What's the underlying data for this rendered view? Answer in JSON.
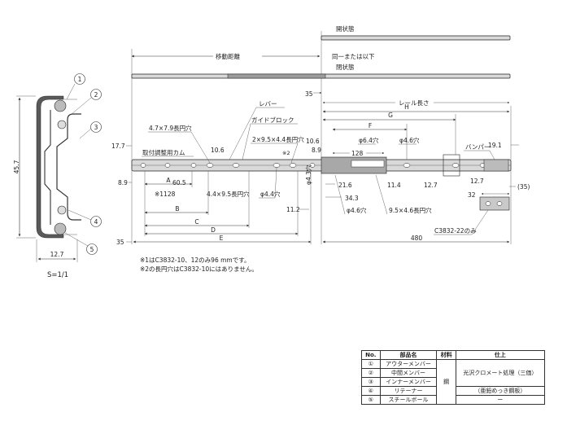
{
  "cross_section": {
    "callouts": [
      "1",
      "2",
      "3",
      "4",
      "5"
    ],
    "height_dim": "45.7",
    "width_dim": "12.7",
    "scale": "S=1/1"
  },
  "states": {
    "open_top": "開状態",
    "closed": "閉状態",
    "same_or_less": "同一または以下",
    "travel": "移動距離"
  },
  "labels": {
    "lever": "レバー",
    "guide_block": "ガイドブロック",
    "rail_length": "レール長さ",
    "bumper": "バンパー",
    "hole_47x79": "4.7×7.9長円穴",
    "adjust_cam": "取付調整用カム",
    "hole_29x94": "2×9.5×4.4長円穴",
    "mark2": "※2",
    "mark1_128": "※1128",
    "hole_44x95": "4.4×9.5長円穴",
    "hole_44": "φ4.4穴",
    "hole_43": "φ4.3穴",
    "hole_64": "φ6.4穴",
    "hole_46a": "φ4.6穴",
    "hole_46b": "φ4.6穴",
    "hole_95x46": "9.5×4.6長円穴",
    "model_note": "C3832-22のみ"
  },
  "dims": {
    "d35_top": "35",
    "d17_7": "17.7",
    "d10_6a": "10.6",
    "d8_9a": "8.9",
    "d60_5": "60.5",
    "d11_2": "11.2",
    "d35_left": "35",
    "d10_6b": "10.6",
    "d8_9b": "8.9",
    "d128": "128",
    "d21_6": "21.6",
    "d34_3": "34.3",
    "d11_4": "11.4",
    "d12_7a": "12.7",
    "d12_7b": "12.7",
    "d19_1": "19.1",
    "d32": "32",
    "d35_paren": "(35)",
    "d480": "480",
    "A": "A",
    "B": "B",
    "C": "C",
    "D": "D",
    "E": "E",
    "F": "F",
    "G": "G",
    "H": "H"
  },
  "notes": [
    "※1はC3832-10、12のみ96 mmです。",
    "※2の長円穴はC3832-10にはありません。"
  ],
  "parts_table": {
    "headers": [
      "No.",
      "部品名",
      "材料",
      "仕上"
    ],
    "rows": [
      {
        "no": "①",
        "name": "アウターメンバー"
      },
      {
        "no": "②",
        "name": "中間メンバー"
      },
      {
        "no": "③",
        "name": "インナーメンバー"
      },
      {
        "no": "④",
        "name": "リテーナー"
      },
      {
        "no": "⑤",
        "name": "スチールボール"
      }
    ],
    "material": "鋼",
    "finish_1": "光沢クロメート処理（三価）",
    "finish_2": "（亜鉛めっき鋼板）",
    "finish_3": "ー"
  }
}
